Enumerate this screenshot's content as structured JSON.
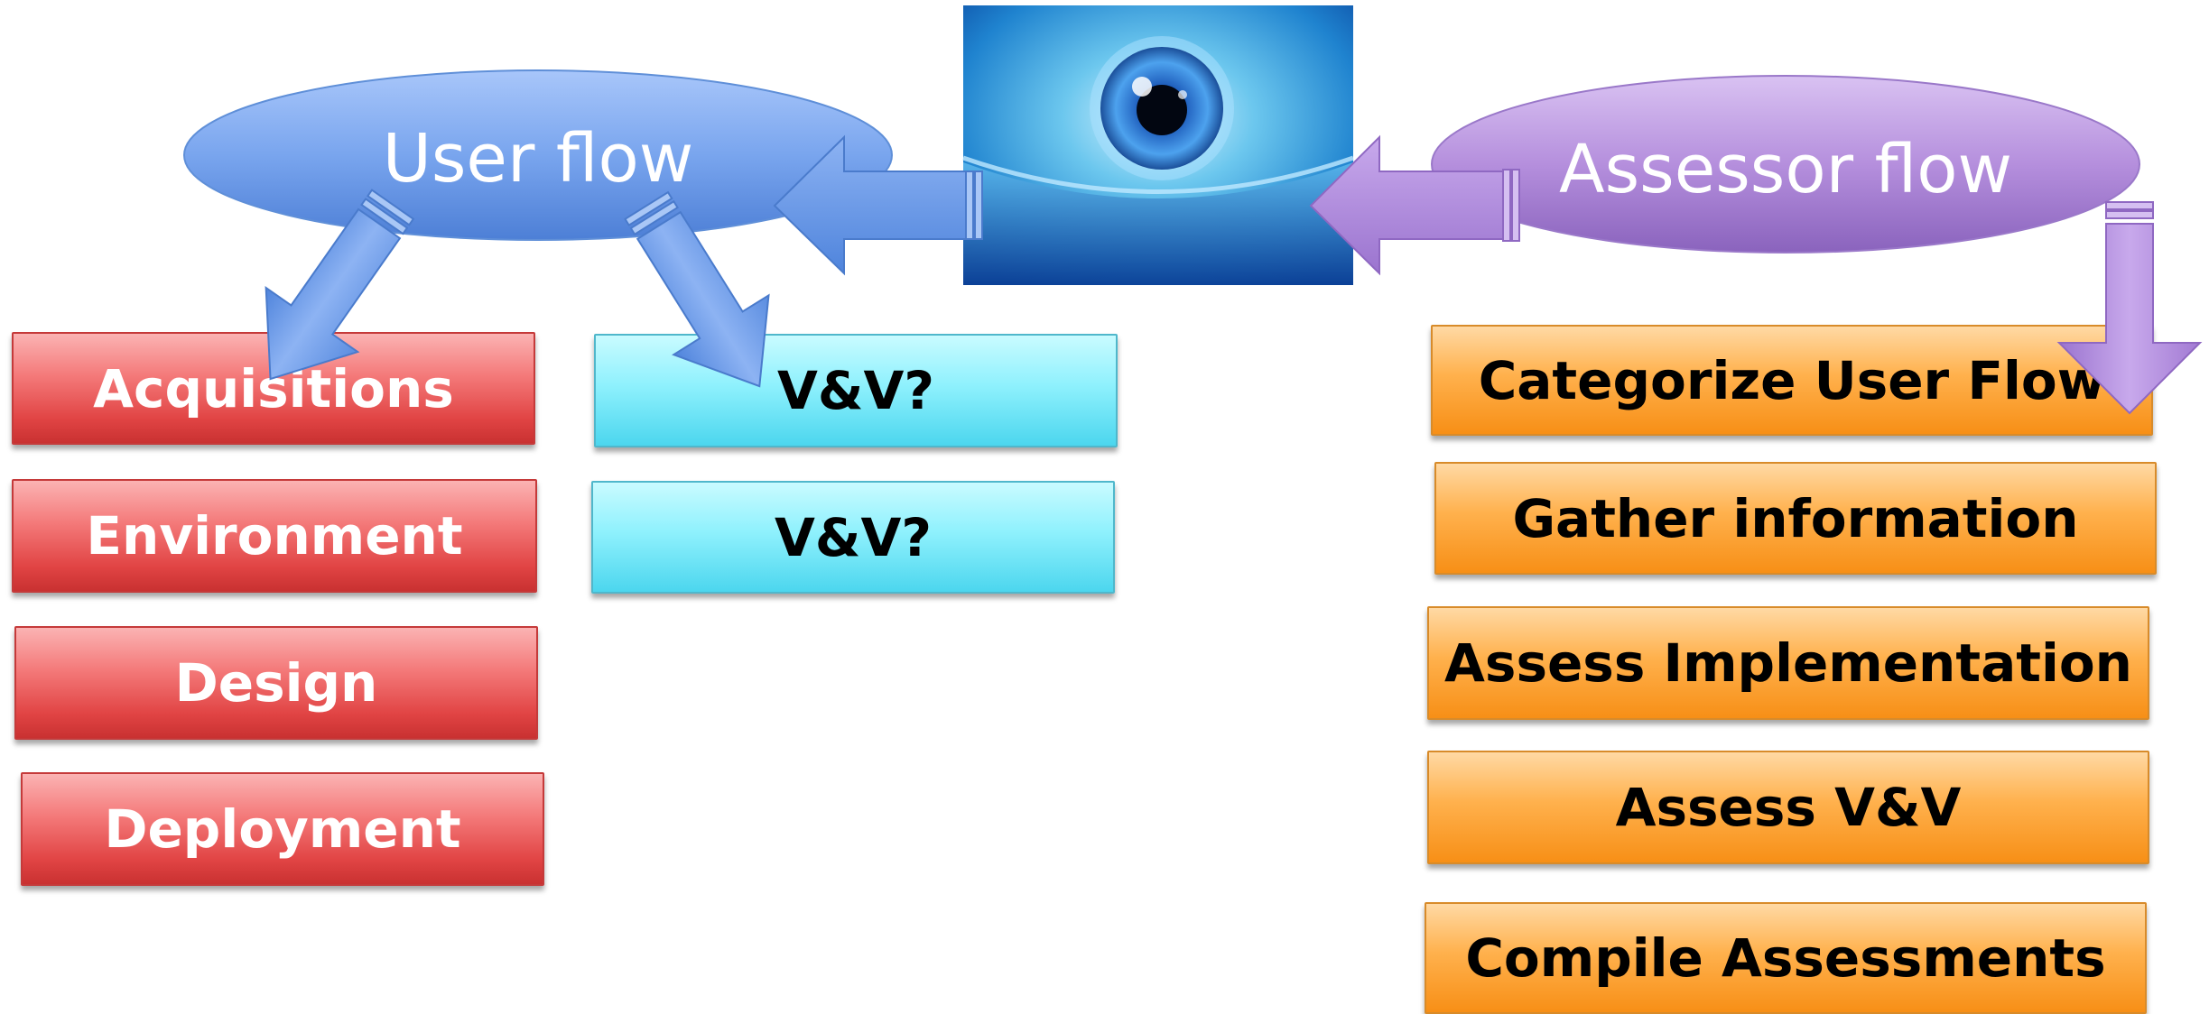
{
  "colors": {
    "user_flow": "#6f9ce6",
    "assessor_flow": "#b08ad8",
    "red_box": "#e65858",
    "cyan_box": "#74e8f9",
    "orange_box": "#ffa73a"
  },
  "user_flow": {
    "label": "User flow",
    "items": [
      {
        "label": "Acquisitions"
      },
      {
        "label": "Environment"
      },
      {
        "label": "Design"
      },
      {
        "label": "Deployment"
      }
    ],
    "vv_items": [
      {
        "label": "V&V?"
      },
      {
        "label": "V&V?"
      }
    ]
  },
  "assessor_flow": {
    "label": "Assessor flow",
    "steps": [
      {
        "label": "Categorize User Flow"
      },
      {
        "label": "Gather information"
      },
      {
        "label": "Assess Implementation"
      },
      {
        "label": "Assess V&V"
      },
      {
        "label": "Compile Assessments"
      }
    ]
  },
  "center_image": {
    "icon": "eye-icon"
  }
}
